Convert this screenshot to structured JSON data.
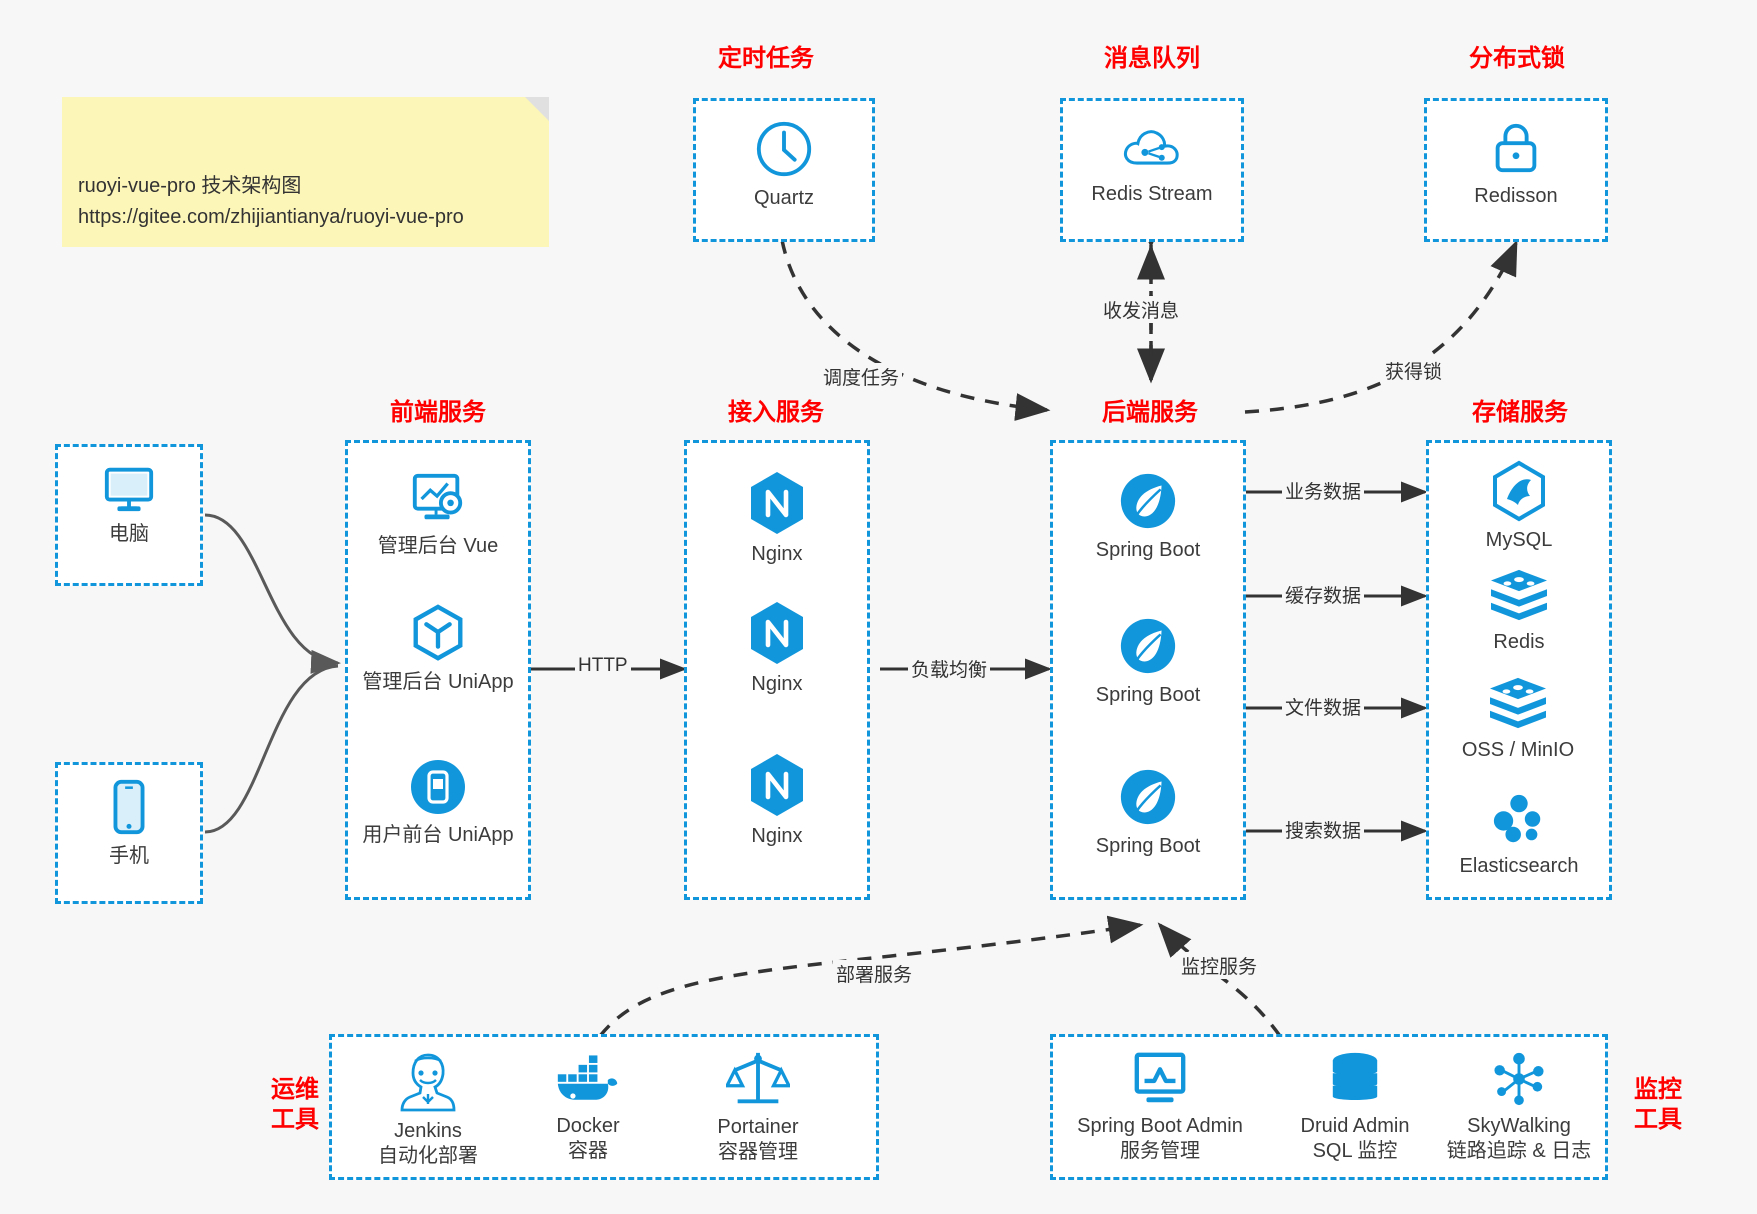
{
  "note": {
    "name": "sticky-note",
    "text": "ruoyi-vue-pro 技术架构图\nhttps://gitee.com/zhijiantianya/ruoyi-vue-pro"
  },
  "colors": {
    "accent": "#1296db",
    "group_title": "#ff0000",
    "text": "#3c3c3c",
    "edge": "#4d4d4d",
    "background": "#f7f7f7",
    "note_bg": "#fdf6b9"
  },
  "groups": {
    "scheduler": {
      "title": "定时任务",
      "items": [
        {
          "icon": "clock-icon",
          "label": "Quartz"
        }
      ]
    },
    "mq": {
      "title": "消息队列",
      "items": [
        {
          "icon": "cloud-stream-icon",
          "label": "Redis Stream"
        }
      ]
    },
    "lock": {
      "title": "分布式锁",
      "items": [
        {
          "icon": "lock-icon",
          "label": "Redisson"
        }
      ]
    },
    "clients": {
      "items": [
        {
          "icon": "desktop-icon",
          "label": "电脑"
        },
        {
          "icon": "phone-icon",
          "label": "手机"
        }
      ]
    },
    "frontend": {
      "title": "前端服务",
      "items": [
        {
          "icon": "vue-admin-icon",
          "label": "管理后台 Vue"
        },
        {
          "icon": "uniapp-icon",
          "label": "管理后台 UniApp"
        },
        {
          "icon": "mobile-app-icon",
          "label": "用户前台 UniApp"
        }
      ]
    },
    "gateway": {
      "title": "接入服务",
      "items": [
        {
          "icon": "nginx-icon",
          "label": "Nginx"
        },
        {
          "icon": "nginx-icon",
          "label": "Nginx"
        },
        {
          "icon": "nginx-icon",
          "label": "Nginx"
        }
      ]
    },
    "backend": {
      "title": "后端服务",
      "items": [
        {
          "icon": "spring-boot-icon",
          "label": "Spring Boot"
        },
        {
          "icon": "spring-boot-icon",
          "label": "Spring Boot"
        },
        {
          "icon": "spring-boot-icon",
          "label": "Spring Boot"
        }
      ]
    },
    "storage": {
      "title": "存储服务",
      "items": [
        {
          "icon": "mysql-icon",
          "label": "MySQL"
        },
        {
          "icon": "redis-icon",
          "label": "Redis"
        },
        {
          "icon": "oss-icon",
          "label": "OSS / MinIO"
        },
        {
          "icon": "elasticsearch-icon",
          "label": "Elasticsearch"
        }
      ]
    },
    "devops": {
      "title": "运维\n工具",
      "items": [
        {
          "icon": "jenkins-icon",
          "label": "Jenkins",
          "sub": "自动化部署"
        },
        {
          "icon": "docker-icon",
          "label": "Docker",
          "sub": "容器"
        },
        {
          "icon": "portainer-icon",
          "label": "Portainer",
          "sub": "容器管理"
        }
      ]
    },
    "monitor": {
      "title": "监控\n工具",
      "items": [
        {
          "icon": "spring-boot-admin-icon",
          "label": "Spring Boot Admin",
          "sub": "服务管理"
        },
        {
          "icon": "druid-icon",
          "label": "Druid Admin",
          "sub": "SQL 监控"
        },
        {
          "icon": "skywalking-icon",
          "label": "SkyWalking",
          "sub": "链路追踪 & 日志"
        }
      ]
    }
  },
  "edges": [
    {
      "id": "http",
      "label": "HTTP",
      "from": "frontend",
      "to": "gateway",
      "style": "solid"
    },
    {
      "id": "lb",
      "label": "负载均衡",
      "from": "gateway",
      "to": "backend",
      "style": "solid"
    },
    {
      "id": "schedule",
      "label": "调度任务",
      "from": "scheduler",
      "to": "backend",
      "style": "dashed"
    },
    {
      "id": "message",
      "label": "收发消息",
      "from": "mq",
      "to": "backend",
      "style": "dashed"
    },
    {
      "id": "getlock",
      "label": "获得锁",
      "from": "backend",
      "to": "lock",
      "style": "dashed"
    },
    {
      "id": "bizdata",
      "label": "业务数据",
      "from": "backend",
      "to": "MySQL",
      "style": "solid"
    },
    {
      "id": "cachedata",
      "label": "缓存数据",
      "from": "backend",
      "to": "Redis",
      "style": "solid"
    },
    {
      "id": "filedata",
      "label": "文件数据",
      "from": "backend",
      "to": "OSS / MinIO",
      "style": "solid"
    },
    {
      "id": "searchdata",
      "label": "搜索数据",
      "from": "backend",
      "to": "Elasticsearch",
      "style": "solid"
    },
    {
      "id": "deploy",
      "label": "部署服务",
      "from": "devops",
      "to": "backend",
      "style": "dashed"
    },
    {
      "id": "monitorsvc",
      "label": "监控服务",
      "from": "monitor",
      "to": "backend",
      "style": "dashed"
    }
  ]
}
